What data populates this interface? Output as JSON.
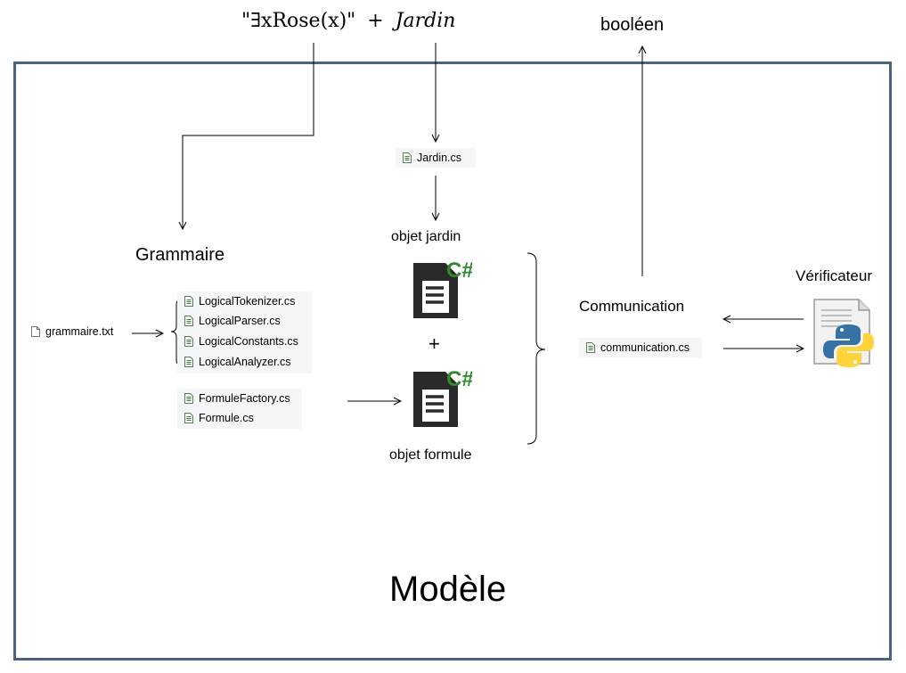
{
  "formula": {
    "quoted": "\"∃xRose(x)\"",
    "plus": "+",
    "jardin": "Jardin"
  },
  "output_label": "booléen",
  "model_label": "Modèle",
  "grammar": {
    "title": "Grammaire",
    "input_file": "grammaire.txt",
    "parser_files": [
      "LogicalTokenizer.cs",
      "LogicalParser.cs",
      "LogicalConstants.cs",
      "LogicalAnalyzer.cs"
    ],
    "formula_files": [
      "FormuleFactory.cs",
      "Formule.cs"
    ]
  },
  "garden": {
    "file": "Jardin.cs",
    "object_label": "objet jardin"
  },
  "center": {
    "plus": "+",
    "formula_object_label": "objet formule",
    "csharp_icon": "csharp-file-icon",
    "csharp_mark": "C#"
  },
  "communication": {
    "title": "Communication",
    "file": "communication.cs"
  },
  "verifier": {
    "title": "Vérificateur",
    "icon": "python-file-icon"
  },
  "colors": {
    "frame": "#4a6389",
    "cs_green": "#2d8a2d",
    "python_blue": "#3572a5",
    "python_yellow": "#ffd43b"
  }
}
